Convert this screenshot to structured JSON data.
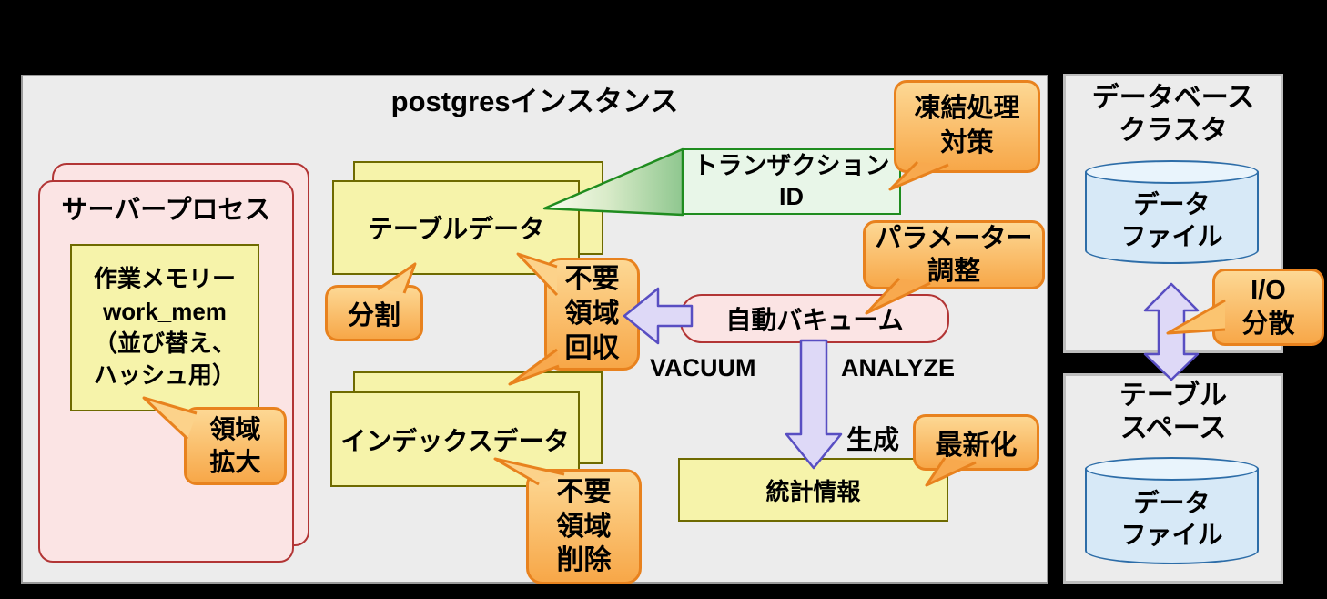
{
  "title": "postgresインスタンス",
  "server": {
    "label": "サーバープロセス",
    "work_mem_lines": [
      "作業メモリー",
      "work_mem",
      "（並び替え、",
      "ハッシュ用）"
    ]
  },
  "boxes": {
    "table_data": "テーブルデータ",
    "index_data": "インデックスデータ",
    "transaction_id": [
      "トランザクション",
      "ID"
    ],
    "auto_vacuum": "自動バキューム",
    "stats": "統計情報"
  },
  "labels": {
    "vacuum": "VACUUM",
    "analyze": "ANALYZE",
    "generate": "生成"
  },
  "callouts": {
    "split": "分割",
    "expand": [
      "領域",
      "拡大"
    ],
    "reclaim": [
      "不要",
      "領域",
      "回収"
    ],
    "remove": [
      "不要",
      "領域",
      "削除"
    ],
    "freeze": [
      "凍結処理",
      "対策"
    ],
    "param": [
      "パラメーター",
      "調整"
    ],
    "refresh": "最新化",
    "io": [
      "I/O",
      "分散"
    ]
  },
  "cluster": {
    "title": [
      "データベース",
      "クラスタ"
    ],
    "cylinder": [
      "データ",
      "ファイル"
    ]
  },
  "tablespace": {
    "title": [
      "テーブル",
      "スペース"
    ],
    "cylinder": [
      "データ",
      "ファイル"
    ]
  },
  "colors": {
    "background": "#000000",
    "panel_bg": "#ececec",
    "panel_border": "#9a9a9a",
    "yellow_fill": "#f6f3aa",
    "yellow_border": "#6e6a00",
    "pink_fill": "#fbe4e4",
    "pink_border": "#b23535",
    "green_fill": "#e8f6e8",
    "green_border": "#1f8c1f",
    "orange_border": "#e8821e",
    "orange_fill_top": "#fdd894",
    "orange_fill_bottom": "#f7a748",
    "purple_fill": "#ded9f7",
    "purple_border": "#584ec2",
    "cylinder_fill": "#d7e9f7",
    "cylinder_border": "#2d6da8"
  }
}
